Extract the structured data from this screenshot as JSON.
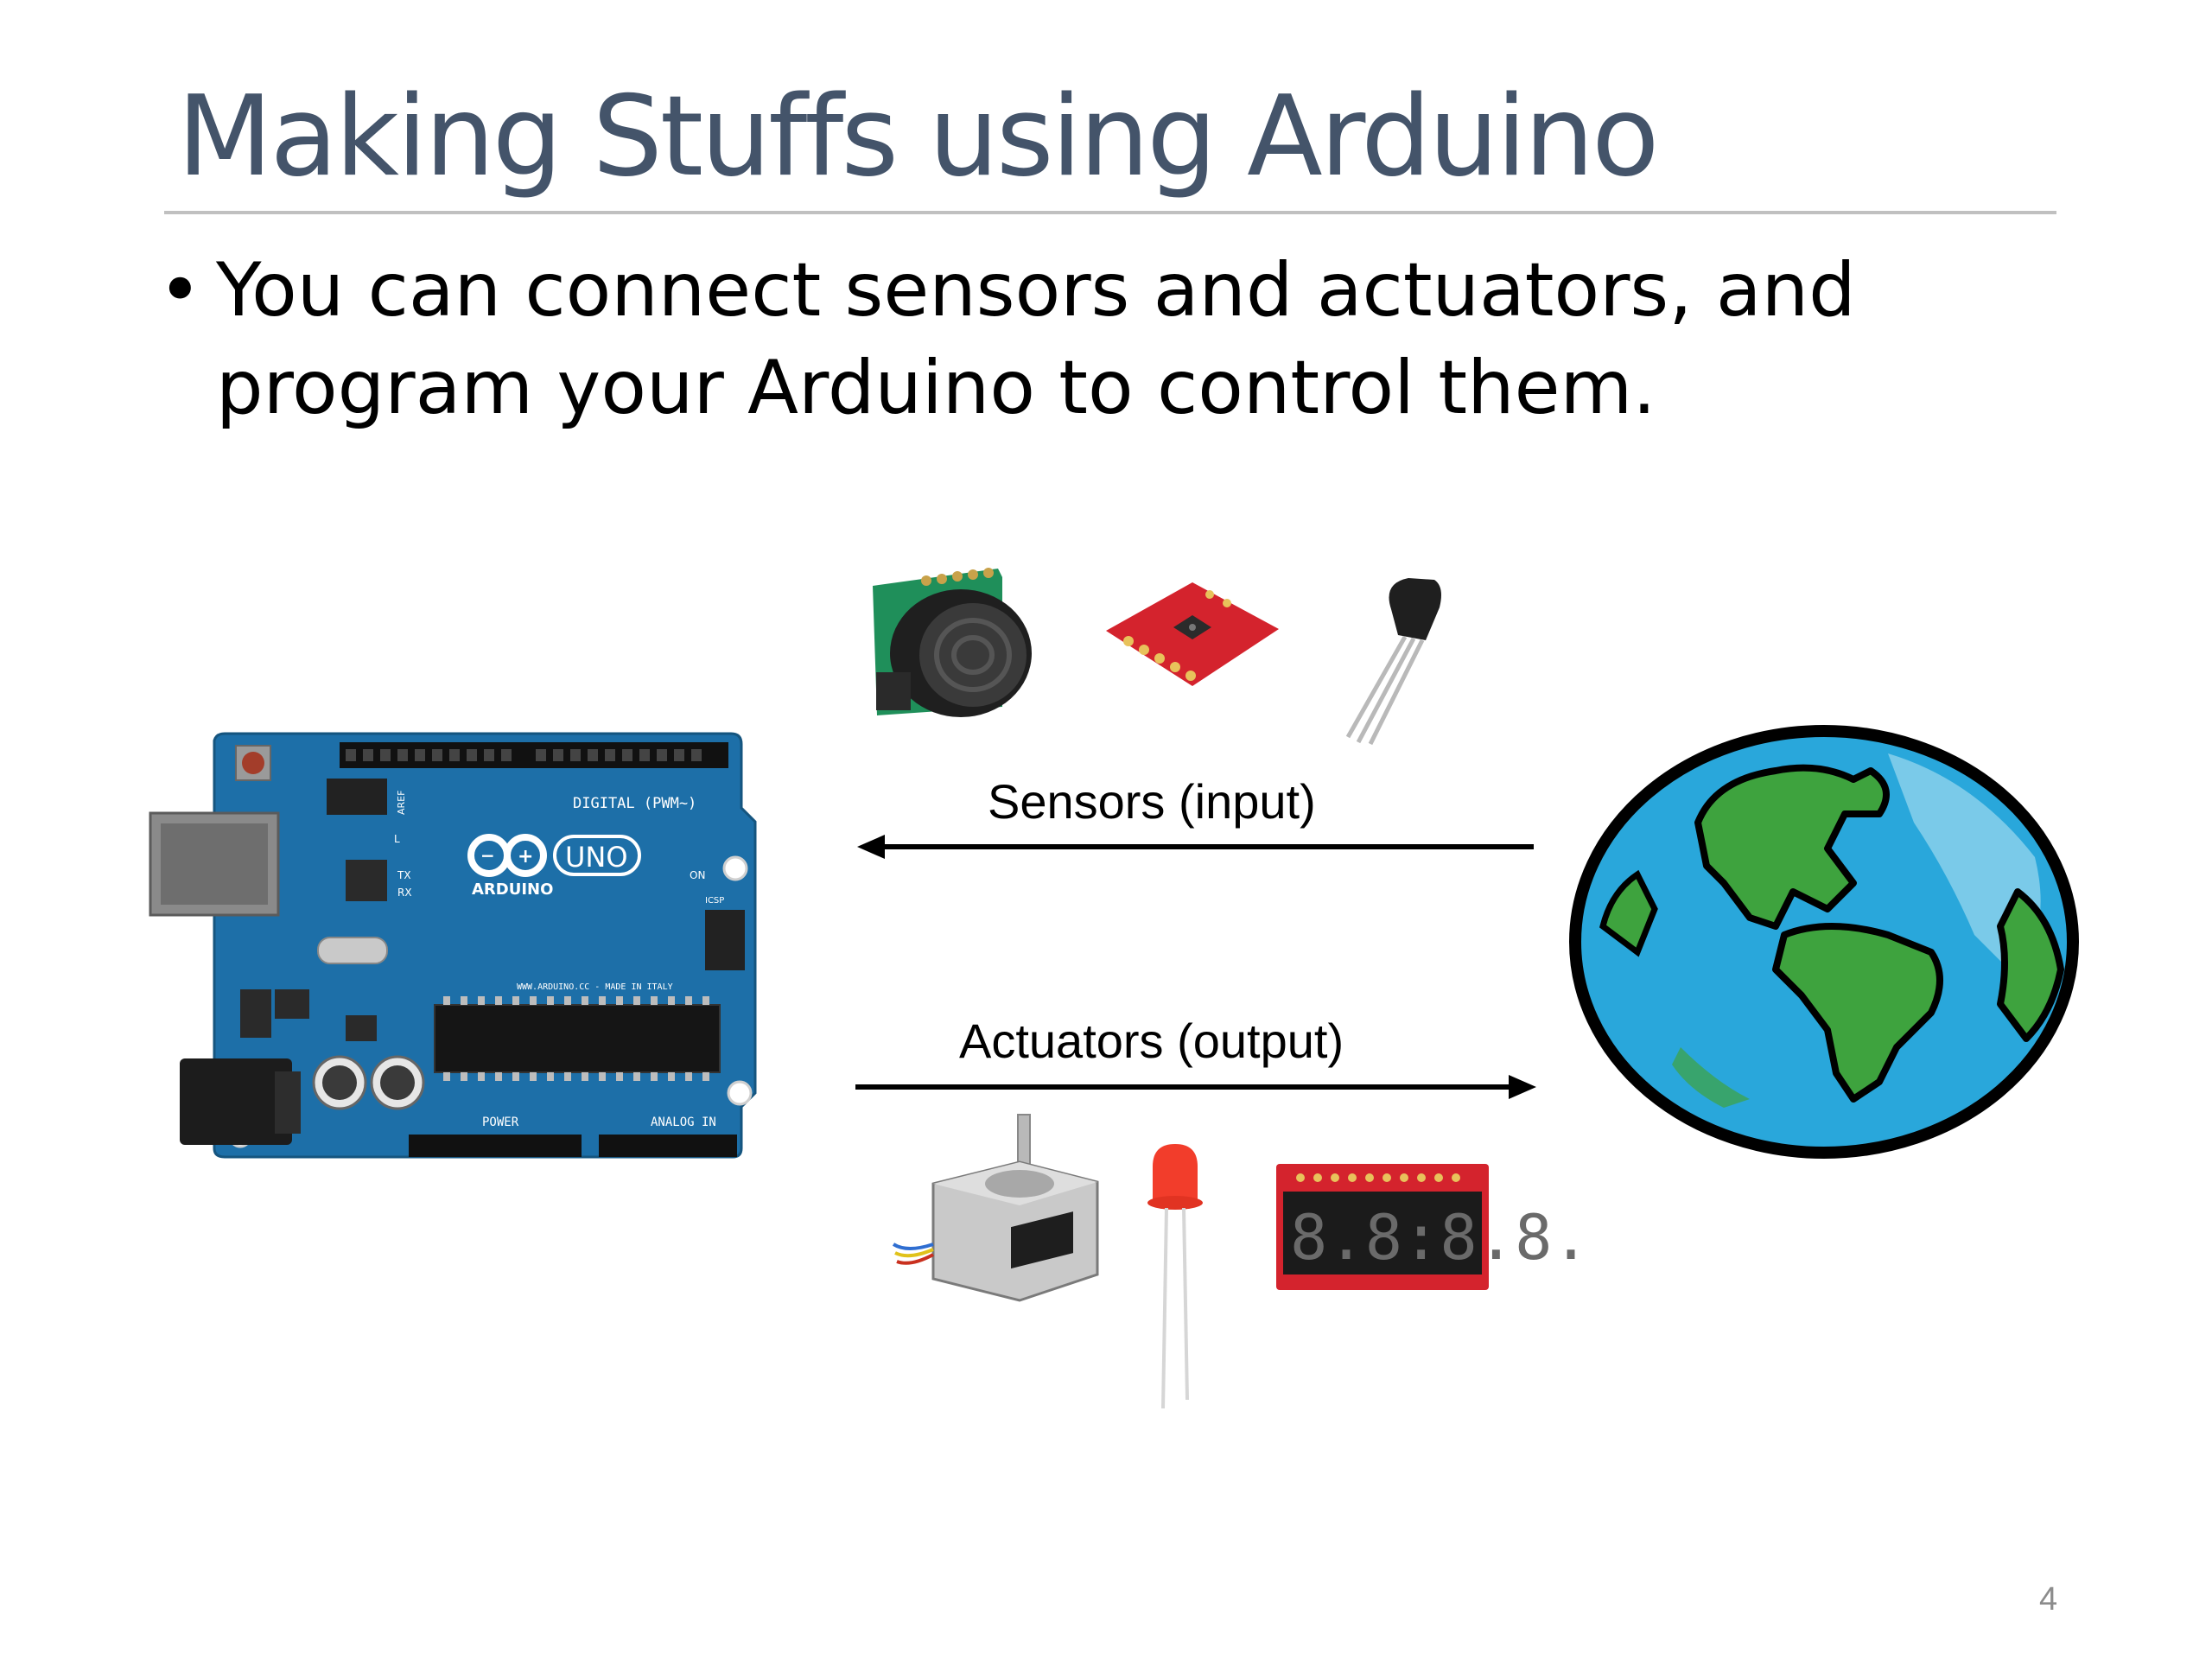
{
  "slide": {
    "title": "Making Stuffs using Arduino",
    "bullet": {
      "line1": "You can connect sensors and actuators, and",
      "line2": "program your Arduino to control them."
    },
    "page_number": "4"
  },
  "diagram": {
    "sensors_label": "Sensors (input)",
    "actuators_label": "Actuators (output)"
  },
  "board": {
    "logo_text": "UNO",
    "brand_text": "ARDUINO",
    "digital_label": "DIGITAL (PWM~)",
    "power_label": "POWER",
    "analog_label": "ANALOG IN",
    "url_text": "WWW.ARDUINO.CC - MADE IN ITALY",
    "on_label": "ON",
    "tx_label": "TX",
    "rx_label": "RX",
    "l_label": "L",
    "aref_label": "AREF",
    "icsp_label": "ICSP"
  },
  "display_digits": "8.8:8.8.",
  "colors": {
    "title": "#44546a",
    "board_blue": "#1d6fa8",
    "sensor_red": "#d4232d",
    "earth_ocean": "#29a7db",
    "earth_land": "#3ea33e",
    "led_red": "#f23d2b"
  }
}
